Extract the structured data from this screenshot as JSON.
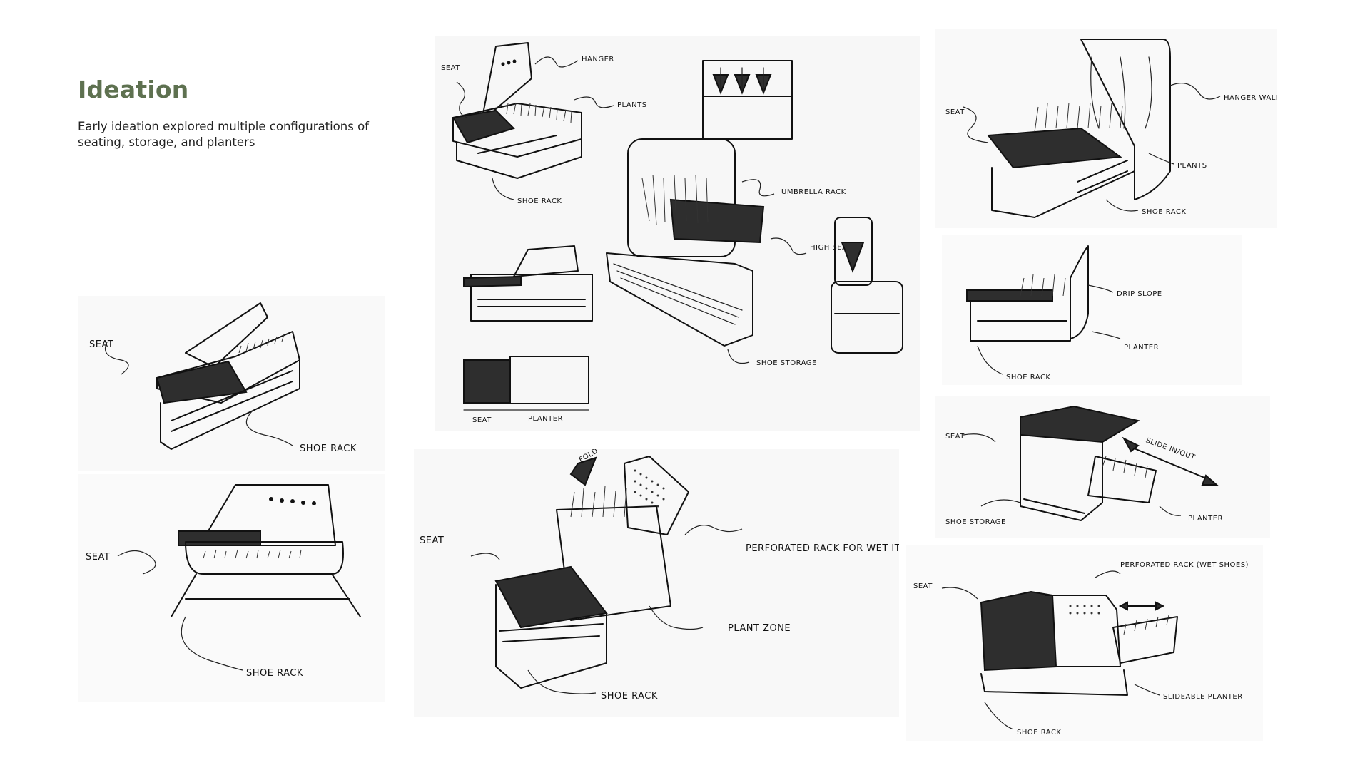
{
  "heading": {
    "title": "Ideation",
    "subtitle": "Early ideation explored multiple configurations of seating, storage, and planters",
    "title_color": "#5e7150"
  },
  "sketches": {
    "bench_low": {
      "label_seat": "SEAT",
      "label_shoe": "SHOE RACK"
    },
    "bench_legs": {
      "label_seat": "SEAT",
      "label_shoe": "SHOE RACK"
    },
    "top_board": {
      "label_seat": "SEAT",
      "label_hanger": "HANGER",
      "label_plants": "PLANTS",
      "label_shoe_rack": "SHOE RACK",
      "label_umbrella": "UMBRELLA RACK",
      "label_high_seat": "HIGH SEAT",
      "label_shoe_storage": "SHOE STORAGE",
      "label_seat_bottom": "SEAT",
      "label_planter_bottom": "PLANTER"
    },
    "fold_bench": {
      "label_fold": "FOLD",
      "label_seat": "SEAT",
      "label_perforated": "PERFORATED RACK FOR WET ITEMS",
      "label_plant_zone": "PLANT ZONE",
      "label_shoe_rack": "SHOE RACK"
    },
    "hanger_wall": {
      "label_seat": "SEAT",
      "label_hanger": "HANGER WALL",
      "label_plants": "PLANTS",
      "label_shoe_rack": "SHOE RACK"
    },
    "drip_slope": {
      "label_drip": "DRIP SLOPE",
      "label_planter": "PLANTER",
      "label_shoe_rack": "SHOE RACK"
    },
    "slide_box": {
      "label_seat": "SEAT",
      "label_slide": "SLIDE IN/OUT",
      "label_shoe_storage": "SHOE STORAGE",
      "label_planter": "PLANTER"
    },
    "slide_planter": {
      "label_seat": "SEAT",
      "label_perforated": "PERFORATED RACK (WET SHOES)",
      "label_slideable": "SLIDEABLE PLANTER",
      "label_shoe_rack": "SHOE RACK"
    }
  }
}
